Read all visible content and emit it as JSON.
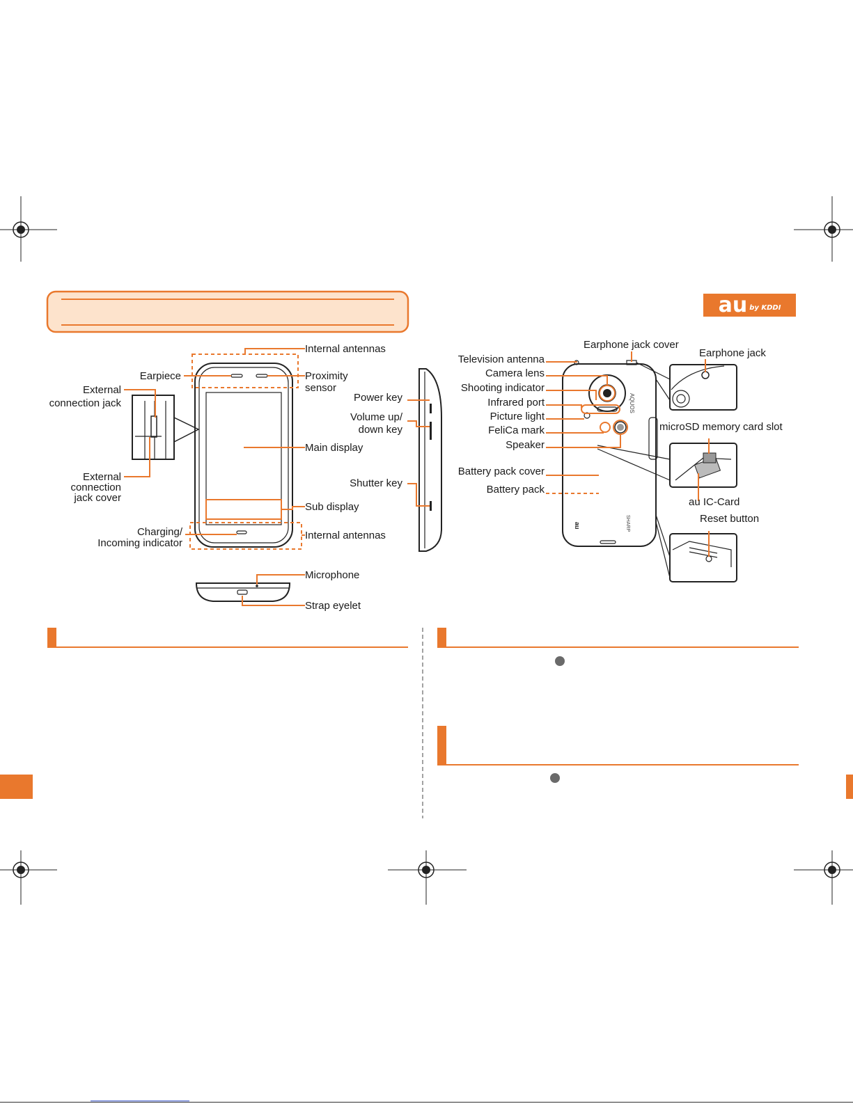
{
  "logo": {
    "main": "au",
    "sub": "by KDDI"
  },
  "front_labels": {
    "internal_antennas_top": "Internal antennas",
    "earpiece": "Earpiece",
    "proximity_sensor_1": "Proximity",
    "proximity_sensor_2": "sensor",
    "external_connection_jack_1": "External",
    "external_connection_jack_2": "connection jack",
    "main_display": "Main display",
    "external_connection_jack_cover_1": "External",
    "external_connection_jack_cover_2": "connection",
    "external_connection_jack_cover_3": "jack cover",
    "sub_display": "Sub display",
    "charging_indicator_1": "Charging/",
    "charging_indicator_2": "Incoming indicator",
    "internal_antennas_bottom": "Internal antennas",
    "microphone": "Microphone",
    "strap_eyelet": "Strap eyelet"
  },
  "side_labels": {
    "power_key": "Power key",
    "volume_key_1": "Volume up/",
    "volume_key_2": "down key",
    "shutter_key": "Shutter key"
  },
  "back_labels": {
    "earphone_jack_cover": "Earphone jack cover",
    "earphone_jack": "Earphone jack",
    "television_antenna": "Television antenna",
    "camera_lens": "Camera lens",
    "shooting_indicator": "Shooting indicator",
    "infrared_port": "Infrared port",
    "picture_light": "Picture light",
    "felica_mark": "FeliCa mark",
    "microsd_slot": "microSD memory card slot",
    "speaker": "Speaker",
    "battery_pack_cover": "Battery pack cover",
    "battery_pack": "Battery pack",
    "au_ic_card": "au IC-Card",
    "reset_button": "Reset button"
  },
  "colors": {
    "accent": "#e9782d",
    "banner_fill": "#fde3cc",
    "ink": "#1a1a1a"
  }
}
